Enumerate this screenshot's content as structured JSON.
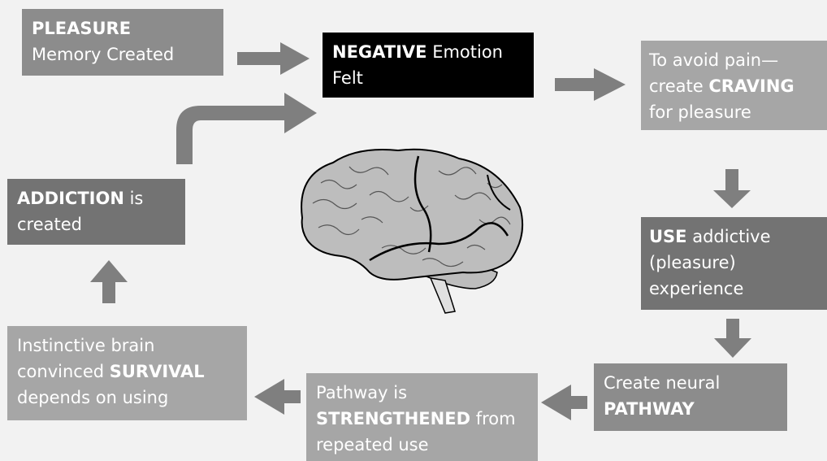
{
  "nodes": {
    "pleasure": {
      "bold": "PLEASURE",
      "text": "Memory Created"
    },
    "negative": {
      "bold": "NEGATIVE",
      "text": " Emotion Felt"
    },
    "craving": {
      "pre": "To avoid pain—create ",
      "bold": "CRAVING",
      "post": " for pleasure"
    },
    "use": {
      "bold": "USE",
      "text": " addictive (pleasure) experience"
    },
    "pathway": {
      "pre": "Create neural ",
      "bold": "PATHWAY"
    },
    "strength": {
      "pre": "Pathway is ",
      "bold": "STRENGTHENED",
      "post": " from repeated use"
    },
    "instinct": {
      "pre": "Instinctive brain convinced ",
      "bold": "SURVIVAL",
      "post": " depends on using"
    },
    "addiction": {
      "bold": "ADDICTION",
      "text": " is created"
    }
  },
  "colors": {
    "arrow": "#7f7f7f",
    "box_dark": "#737373",
    "box_mid": "#8c8c8c",
    "box_light": "#a6a6a6",
    "box_black": "#000000"
  },
  "image": {
    "icon": "brain-icon"
  }
}
